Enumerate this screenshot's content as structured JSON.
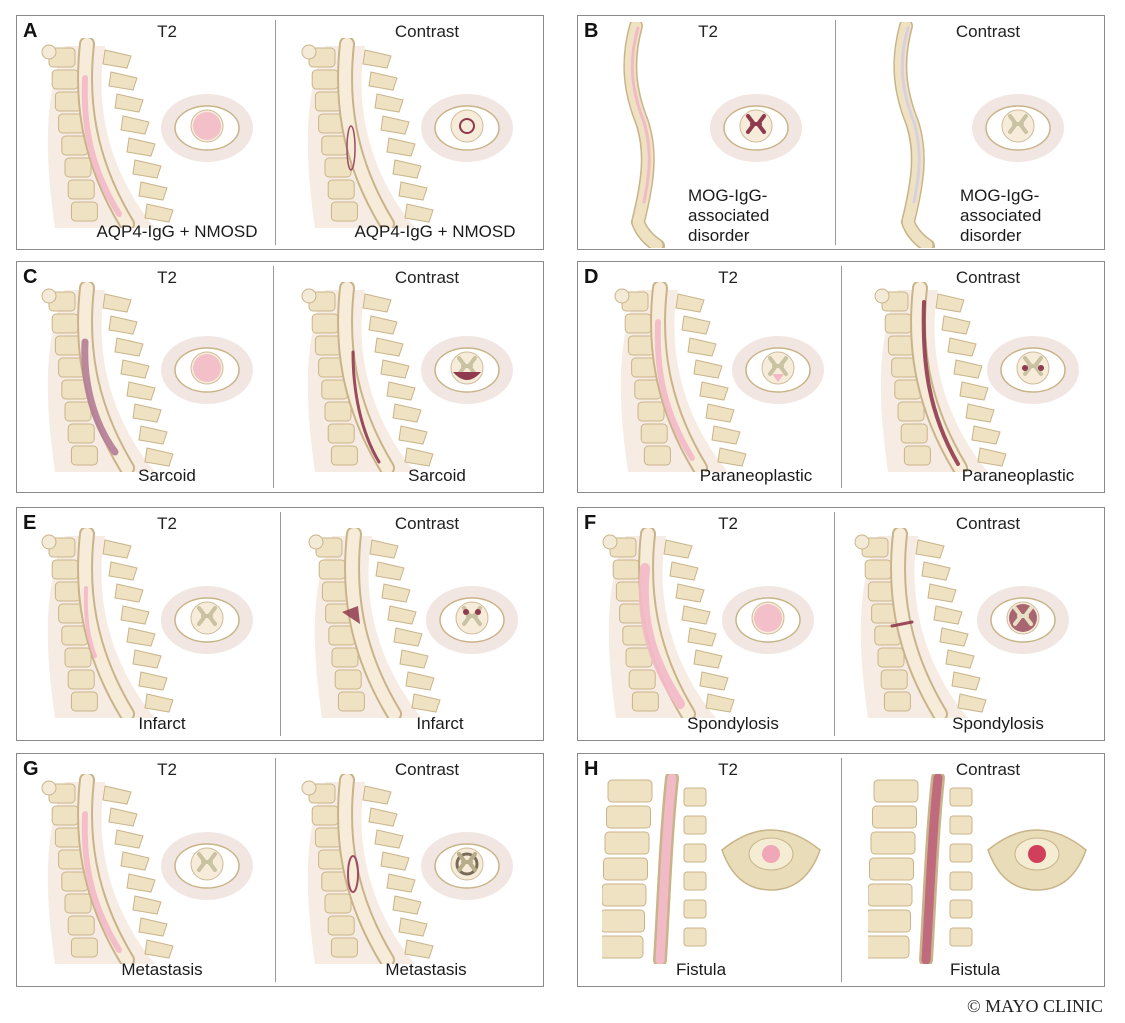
{
  "panels": [
    {
      "letter": "A",
      "left": {
        "title": "T2",
        "caption": "AQP4-IgG + NMOSD"
      },
      "right": {
        "title": "Contrast",
        "caption": "AQP4-IgG + NMOSD"
      }
    },
    {
      "letter": "B",
      "left": {
        "title": "T2",
        "caption": "MOG-IgG-\nassociated\ndisorder"
      },
      "right": {
        "title": "Contrast",
        "caption": "MOG-IgG-\nassociated\ndisorder"
      }
    },
    {
      "letter": "C",
      "left": {
        "title": "T2",
        "caption": "Sarcoid"
      },
      "right": {
        "title": "Contrast",
        "caption": "Sarcoid"
      }
    },
    {
      "letter": "D",
      "left": {
        "title": "T2",
        "caption": "Paraneoplastic"
      },
      "right": {
        "title": "Contrast",
        "caption": "Paraneoplastic"
      }
    },
    {
      "letter": "E",
      "left": {
        "title": "T2",
        "caption": "Infarct"
      },
      "right": {
        "title": "Contrast",
        "caption": "Infarct"
      }
    },
    {
      "letter": "F",
      "left": {
        "title": "T2",
        "caption": "Spondylosis"
      },
      "right": {
        "title": "Contrast",
        "caption": "Spondylosis"
      }
    },
    {
      "letter": "G",
      "left": {
        "title": "T2",
        "caption": "Metastasis"
      },
      "right": {
        "title": "Contrast",
        "caption": "Metastasis"
      }
    },
    {
      "letter": "H",
      "left": {
        "title": "T2",
        "caption": "Fistula"
      },
      "right": {
        "title": "Contrast",
        "caption": "Fistula"
      }
    }
  ],
  "copyright": "© MAYO CLINIC",
  "colors": {
    "bone": "#efe2c2",
    "bone_edge": "#c9b48a",
    "cord": "#f7ecd9",
    "t2_lesion": "#f2b9c6",
    "enhance": "#8f3a4e",
    "soft_tissue": "#e9d6cf"
  }
}
